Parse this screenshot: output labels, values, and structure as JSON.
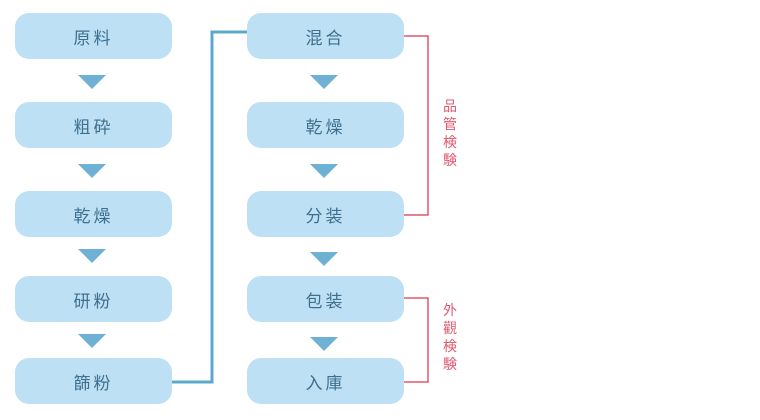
{
  "flow": {
    "left_column": [
      "原料",
      "粗砕",
      "乾燥",
      "研粉",
      "篩粉"
    ],
    "right_column": [
      "混合",
      "乾燥",
      "分装",
      "包装",
      "入庫"
    ]
  },
  "checks": {
    "quality": "品管検験",
    "appearance": "外觀検験"
  },
  "colors": {
    "box_fill": "#bde0f4",
    "box_text": "#3f6f8f",
    "arrow": "#6fb1d4",
    "connector": "#5ba8cf",
    "check_bracket": "#e0586d"
  }
}
